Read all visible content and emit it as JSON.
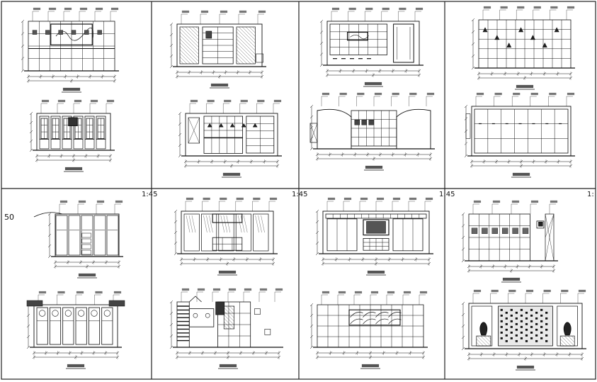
{
  "sheet": {
    "background": "#ffffff",
    "line_color": "#111111",
    "frame_color": "#222222",
    "scale_labels": [
      {
        "text": "1:45"
      },
      {
        "text": "1:45"
      },
      {
        "text": "1:45"
      },
      {
        "text": "1:"
      }
    ],
    "side_label": "50"
  },
  "drawings": [
    {
      "id": "a1",
      "style": "wall-painting"
    },
    {
      "id": "a2",
      "style": "door-panels"
    },
    {
      "id": "a3",
      "style": "shelf-frame"
    },
    {
      "id": "a4",
      "style": "display-shelves"
    },
    {
      "id": "b1",
      "style": "cabinet-glass"
    },
    {
      "id": "b2",
      "style": "mixed-cabinet"
    },
    {
      "id": "b3",
      "style": "curved-shelf"
    },
    {
      "id": "b4",
      "style": "wardrobe-grid"
    },
    {
      "id": "c1",
      "style": "wardrobe-drawers"
    },
    {
      "id": "c2",
      "style": "glass-painting"
    },
    {
      "id": "c3",
      "style": "tv-wall"
    },
    {
      "id": "c4",
      "style": "shelf-side"
    },
    {
      "id": "d1",
      "style": "arched-doors"
    },
    {
      "id": "d2",
      "style": "side-stair"
    },
    {
      "id": "d3",
      "style": "wave-shelf"
    },
    {
      "id": "d4",
      "style": "vase-lattice"
    }
  ]
}
